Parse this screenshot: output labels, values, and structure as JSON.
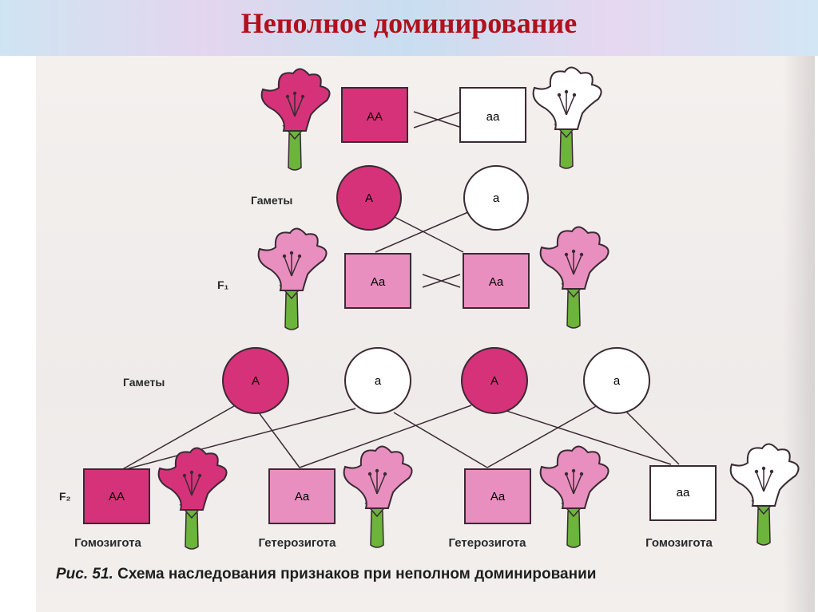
{
  "title": "Неполное доминирование",
  "labels": {
    "gametes_1": "Гаметы",
    "gametes_2": "Гаметы",
    "f1": "F₁",
    "f2": "F₂"
  },
  "parents": [
    {
      "genotype": "AA",
      "flower": "pink"
    },
    {
      "genotype": "aa",
      "flower": "white"
    }
  ],
  "gametes_p": [
    "A",
    "a"
  ],
  "f1_offspring": [
    {
      "genotype": "Aa",
      "flower": "light-pink"
    },
    {
      "genotype": "Aa",
      "flower": "light-pink"
    }
  ],
  "gametes_f1": [
    "A",
    "a",
    "A",
    "a"
  ],
  "f2_offspring": [
    {
      "genotype": "AA",
      "type": "Гомозигота",
      "flower": "pink"
    },
    {
      "genotype": "Aa",
      "type": "Гетерозигота",
      "flower": "light-pink"
    },
    {
      "genotype": "Aa",
      "type": "Гетерозигота",
      "flower": "light-pink"
    },
    {
      "genotype": "aa",
      "type": "Гомозигота",
      "flower": "white"
    }
  ],
  "caption": {
    "prefix": "Рис. 51.",
    "text": " Схема наследования признаков при неполном доминировании"
  },
  "colors": {
    "title": "#b0111c",
    "dominant": "#d6327a",
    "heterozygous": "#e98fc0",
    "recessive": "#ffffff",
    "stem": "#6cb43c",
    "outline": "#3a2a33"
  }
}
